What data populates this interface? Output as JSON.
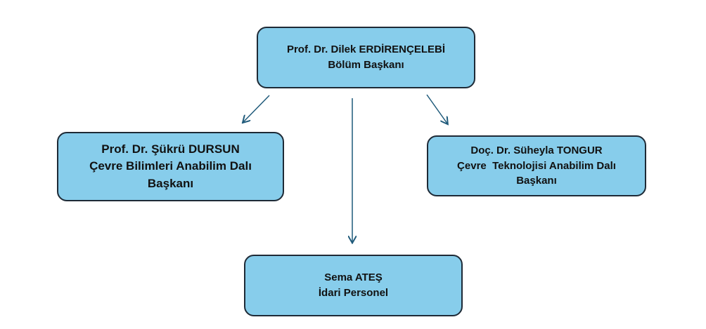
{
  "nodes": {
    "head": {
      "name": "Prof. Dr. Dilek ERDİRENÇELEBİ",
      "role": "Bölüm Başkanı"
    },
    "left": {
      "name": "Prof. Dr. Şükrü DURSUN",
      "role_line1": "Çevre Bilimleri Anabilim Dalı",
      "role_line2": "Başkanı"
    },
    "right": {
      "name": "Doç. Dr. Süheyla TONGUR",
      "role_line1": "Çevre  Teknolojisi Anabilim Dalı",
      "role_line2": "Başkanı"
    },
    "bottom": {
      "name": "Sema ATEŞ",
      "role": "İdari Personel"
    }
  },
  "colors": {
    "box_fill": "#87cdeb",
    "box_border": "#1e2a36",
    "arrow": "#1f5a7a"
  }
}
